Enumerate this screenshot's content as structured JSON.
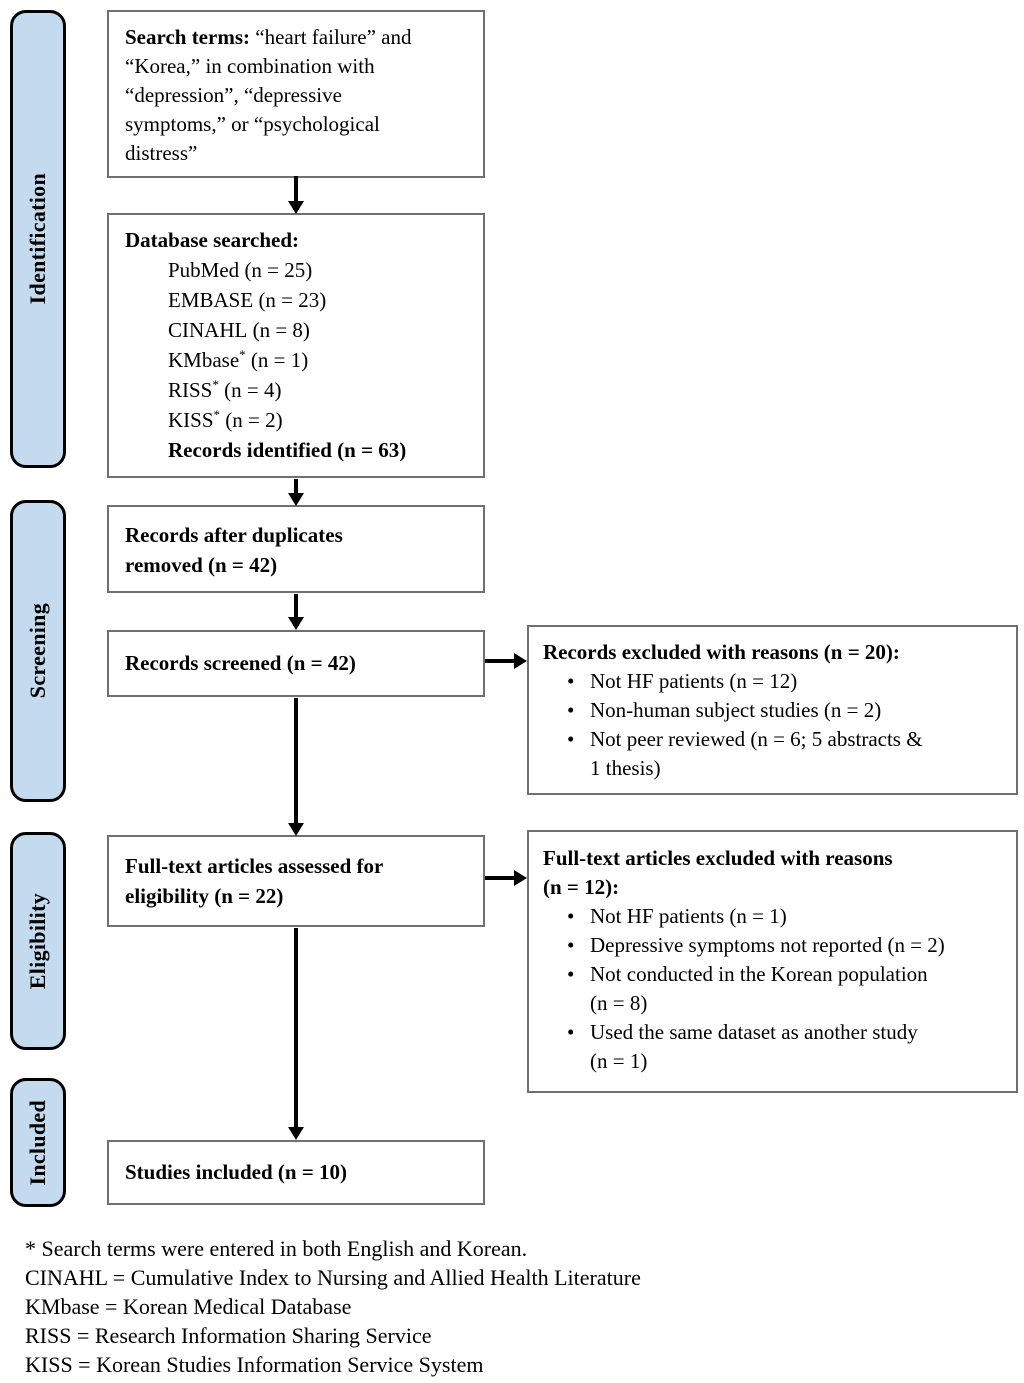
{
  "colors": {
    "sidebar_fill": "#C3DAEF",
    "sidebar_border": "#000000",
    "box_border": "#707070",
    "arrow": "#000000"
  },
  "glyphs": {
    "bullet": "•"
  },
  "sidebar": {
    "identification": "Identification",
    "screening": "Screening",
    "eligibility": "Eligibility",
    "included": "Included"
  },
  "flow": {
    "search_terms": {
      "lead": "Search terms:",
      "rest": " “heart failure” and\n“Korea,” in combination with\n“depression”, “depressive\nsymptoms,” or “psychological\ndistress”"
    },
    "databases": {
      "header": "Database searched:",
      "items": [
        {
          "name": "PubMed",
          "sup": "",
          "tail": " (n = 25)"
        },
        {
          "name": "EMBASE",
          "sup": "",
          "tail": " (n = 23)"
        },
        {
          "name": "CINAHL",
          "sup": "",
          "tail": " (n = 8)"
        },
        {
          "name": "KMbase",
          "sup": "*",
          "tail": " (n = 1)"
        },
        {
          "name": "RISS",
          "sup": "*",
          "tail": " (n = 4)"
        },
        {
          "name": "KISS",
          "sup": "*",
          "tail": " (n = 2)"
        }
      ],
      "total": "Records identified (n = 63)"
    },
    "duplicates_removed": "Records after duplicates\nremoved (n = 42)",
    "records_screened": "Records screened (n = 42)",
    "records_excluded": {
      "header": "Records excluded with reasons (n = 20):",
      "items": [
        "Not HF patients (n = 12)",
        "Non-human subject studies (n = 2)",
        "Not peer reviewed (n = 6; 5 abstracts &\n1 thesis)"
      ]
    },
    "fulltext_assessed": "Full-text articles assessed for\neligibility (n = 22)",
    "fulltext_excluded": {
      "header": "Full-text articles excluded with reasons\n(n = 12):",
      "items": [
        "Not HF patients (n = 1)",
        "Depressive symptoms not reported (n = 2)",
        "Not conducted in the Korean population\n(n = 8)",
        "Used the same dataset as another study\n(n = 1)"
      ]
    },
    "studies_included": "Studies included (n = 10)"
  },
  "footnotes": [
    "* Search terms were entered in both English and Korean.",
    "CINAHL = Cumulative Index to Nursing and Allied Health Literature",
    "KMbase = Korean Medical Database",
    "RISS = Research Information Sharing Service",
    "KISS = Korean Studies Information Service System"
  ]
}
